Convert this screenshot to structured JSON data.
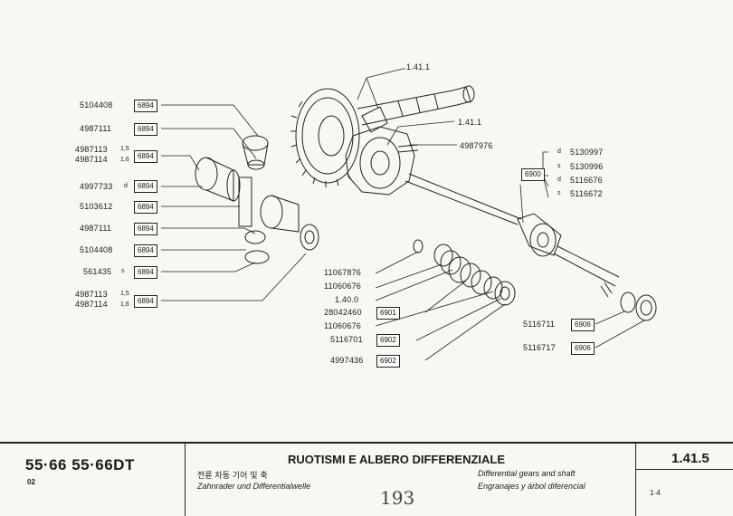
{
  "callouts_top": [
    {
      "text": "1.41.1"
    },
    {
      "text": "1.41.1"
    },
    {
      "text": "4987976"
    }
  ],
  "left_parts": [
    {
      "pn": "5104408",
      "suffix": "",
      "box": "6894"
    },
    {
      "pn": "4987111",
      "suffix": "",
      "box": "6894"
    },
    {
      "pn": "4987113",
      "suffix": "1,5",
      "box": "6894"
    },
    {
      "pn": "4987114",
      "suffix": "1,6",
      "box": ""
    },
    {
      "pn": "4997733",
      "suffix": "d",
      "box": "6894"
    },
    {
      "pn": "5103612",
      "suffix": "",
      "box": "6894"
    },
    {
      "pn": "4987111",
      "suffix": "",
      "box": "6894"
    },
    {
      "pn": "5104408",
      "suffix": "",
      "box": "6894"
    },
    {
      "pn": "561435",
      "suffix": "s",
      "box": "6894"
    },
    {
      "pn": "4987113",
      "suffix": "1,5",
      "box": "6894"
    },
    {
      "pn": "4987114",
      "suffix": "1,6",
      "box": ""
    }
  ],
  "right_group": {
    "box": "6900",
    "items": [
      {
        "side": "d",
        "pn": "5130997"
      },
      {
        "side": "s",
        "pn": "5130996"
      },
      {
        "side": "d",
        "pn": "5116676"
      },
      {
        "side": "s",
        "pn": "5116672"
      }
    ]
  },
  "middle_parts": [
    {
      "pn": "11067876",
      "box": ""
    },
    {
      "pn": "11060676",
      "box": ""
    },
    {
      "pn": "1.40.0",
      "box": ""
    },
    {
      "pn": "28042460",
      "box": "6901"
    },
    {
      "pn": "11060676",
      "box": ""
    },
    {
      "pn": "5116701",
      "box": "6902"
    },
    {
      "pn": "4997436",
      "box": "6902"
    }
  ],
  "right_parts": [
    {
      "pn": "5116711",
      "box": "6906"
    },
    {
      "pn": "5116717",
      "box": "6906"
    }
  ],
  "footer": {
    "model": "55·66  55·66DT",
    "model_sub": "02",
    "title_it": "RUOTISMI E ALBERO DIFFERENZIALE",
    "title_kr": "전륜 차동 기어 및 축",
    "title_de": "Zahnrader und Differentialwelle",
    "title_en": "Differential gears and shaft",
    "title_es": "Engranajes y árbol diferencial",
    "page_code": "1.41.5",
    "page_sub": "1·4",
    "handwritten": "193"
  }
}
